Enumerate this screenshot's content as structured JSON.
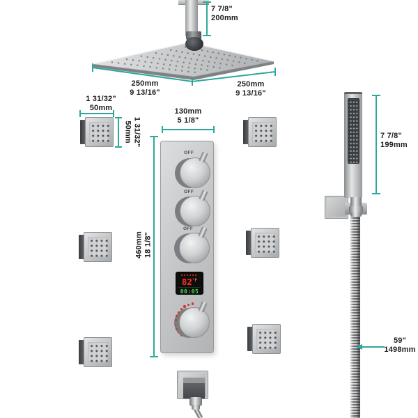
{
  "colors": {
    "dimension_line": "#2ca89b",
    "label_text": "#1e1e1e",
    "display_temperature_red": "#ff3220",
    "display_time_green": "#3ce052",
    "metal_gray": "#c6c8c9"
  },
  "dimensions": {
    "shower_arm": {
      "imperial": "7 7/8\"",
      "metric": "200mm"
    },
    "head_width_left": {
      "metric": "250mm",
      "imperial": "9 13/16\""
    },
    "head_width_right": {
      "metric": "250mm",
      "imperial": "9 13/16\""
    },
    "body_jet_width": {
      "imperial": "1 31/32\"",
      "metric": "50mm"
    },
    "body_jet_height": {
      "imperial": "1 31/32\"",
      "metric": "50mm"
    },
    "valve_width": {
      "metric": "130mm",
      "imperial": "5 1/8\""
    },
    "valve_height": {
      "metric": "460mm",
      "imperial": "18 1/8\""
    },
    "hand_shower_length": {
      "imperial": "7 7/8\"",
      "metric": "199mm"
    },
    "hose_length": {
      "imperial": "59\"",
      "metric": "1498mm"
    }
  },
  "valve": {
    "knob_labels": [
      "OFF",
      "OFF",
      "OFF"
    ],
    "display": {
      "temperature_value": "82",
      "temperature_unit": "°F",
      "time": "00:05"
    }
  }
}
